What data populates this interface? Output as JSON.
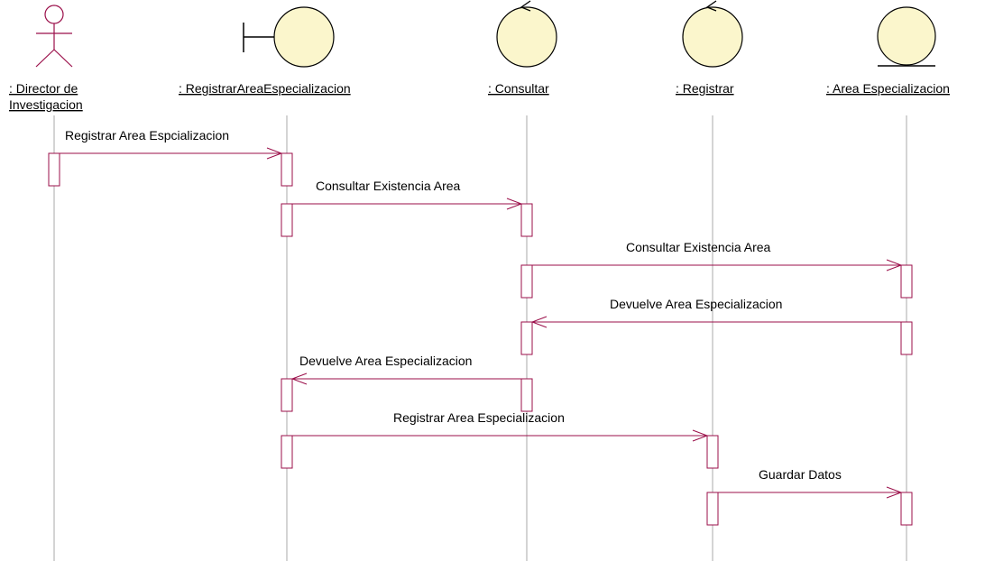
{
  "colors": {
    "line": "#9b0f4a",
    "fill": "#fbf6cc",
    "lifeline": "#a8a8a8",
    "text": "#000000"
  },
  "participants": [
    {
      "id": "director",
      "kind": "actor",
      "icon": "actor-icon",
      "label_lines": [
        ": Director de",
        "Investigacion"
      ]
    },
    {
      "id": "registrar-area",
      "kind": "boundary",
      "icon": "boundary-icon",
      "label_lines": [
        ": RegistrarAreaEspecializacion"
      ]
    },
    {
      "id": "consultar",
      "kind": "control",
      "icon": "control-icon",
      "label_lines": [
        ": Consultar"
      ]
    },
    {
      "id": "registrar",
      "kind": "control",
      "icon": "control-icon",
      "label_lines": [
        ": Registrar"
      ]
    },
    {
      "id": "area",
      "kind": "entity",
      "icon": "entity-icon",
      "label_lines": [
        ": Area Especializacion"
      ]
    }
  ],
  "messages": [
    {
      "from": "director",
      "to": "registrar-area",
      "label": "Registrar Area Espcializacion"
    },
    {
      "from": "registrar-area",
      "to": "consultar",
      "label": "Consultar Existencia Area"
    },
    {
      "from": "consultar",
      "to": "area",
      "label": "Consultar Existencia Area"
    },
    {
      "from": "area",
      "to": "consultar",
      "label": "Devuelve Area Especializacion"
    },
    {
      "from": "consultar",
      "to": "registrar-area",
      "label": "Devuelve Area Especializacion"
    },
    {
      "from": "registrar-area",
      "to": "registrar",
      "label": "Registrar Area Especializacion"
    },
    {
      "from": "registrar",
      "to": "area",
      "label": "Guardar Datos"
    }
  ]
}
